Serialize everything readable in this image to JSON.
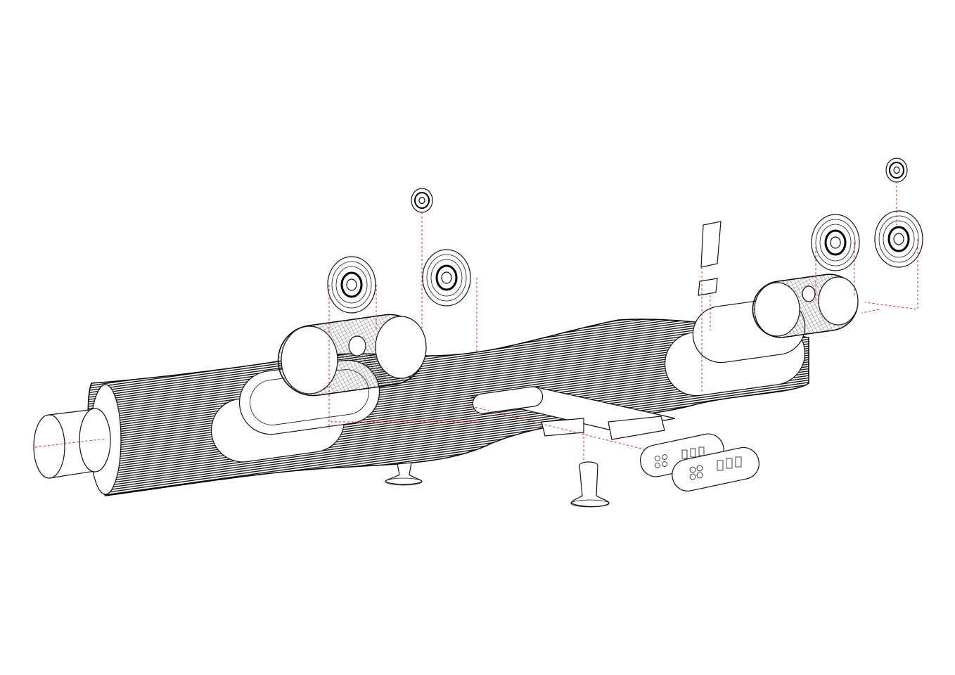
{
  "diagram": {
    "type": "exploded axonometric drawing",
    "colors": {
      "line": "#111111",
      "guide": "#dd2222",
      "background": "#ffffff"
    },
    "parts": [
      "log-body",
      "end-caps",
      "speaker-drivers",
      "tweeters",
      "speaker-grilles",
      "oval-frames",
      "support-feet",
      "control-panels",
      "connector-bar",
      "antenna-panel"
    ]
  }
}
